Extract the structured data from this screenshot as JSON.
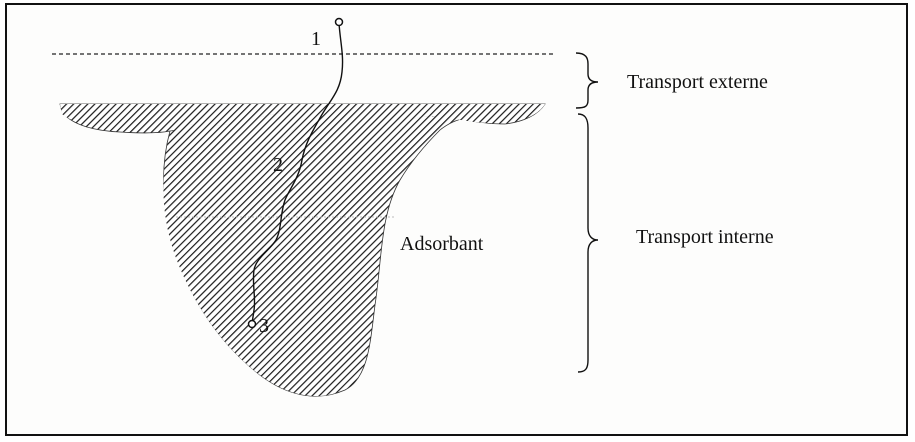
{
  "labels": {
    "point_1": "1",
    "point_2": "2",
    "point_3": "3",
    "adsorbent": "Adsorbant",
    "external_transport": "Transport externe",
    "internal_transport": "Transport interne"
  },
  "colors": {
    "ink": "#111111",
    "hatch": "#1a1a1a",
    "background": "#ffffff"
  }
}
